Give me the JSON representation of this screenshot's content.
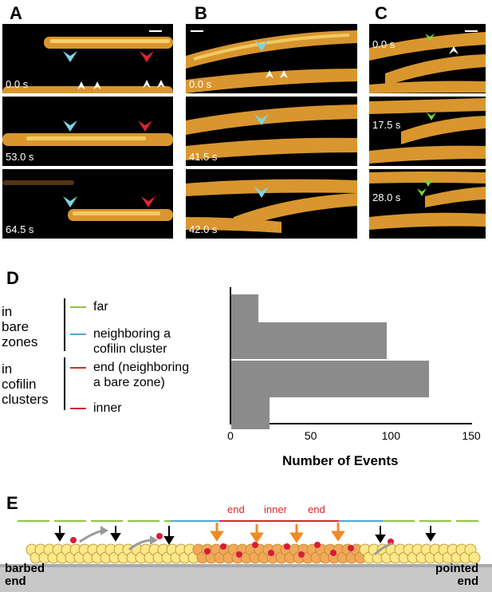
{
  "panels": {
    "A": {
      "label": "A",
      "timestamps": [
        "0.0 s",
        "53.0 s",
        "64.5 s"
      ]
    },
    "B": {
      "label": "B",
      "timestamps": [
        "0.0 s",
        "41.5 s",
        "42.0 s"
      ]
    },
    "C": {
      "label": "C",
      "timestamps": [
        "0.0 s",
        "17.5 s",
        "28.0 s"
      ]
    }
  },
  "colors": {
    "filament": "#e3a23a",
    "filament_bright": "#fbe07a",
    "cyan_arrow": "#7ad6e2",
    "red_arrow": "#d8262c",
    "green_arrow": "#7bd23c",
    "white_arrow": "#ffffff",
    "far": "#8cc63f",
    "neighboring": "#4fa8d6",
    "end": "#d7262c",
    "inner": "#d7262c",
    "bar": "#8c8b8b",
    "bead_yellow": "#fbe98a",
    "bead_orange": "#f2a85a",
    "cofilin_red": "#d81c3b",
    "arrow_orange": "#f08a24",
    "arrow_gray": "#9a9a9a"
  },
  "panel_D": {
    "label": "D",
    "groups": [
      {
        "name_lines": [
          "in",
          "bare",
          "zones"
        ]
      },
      {
        "name_lines": [
          "in",
          "cofilin",
          "clusters"
        ]
      }
    ],
    "legend": [
      {
        "lines": [
          "far"
        ],
        "color_key": "far"
      },
      {
        "lines": [
          "neighboring a",
          "cofilin cluster"
        ],
        "color_key": "neighboring"
      },
      {
        "lines": [
          "end (neighboring",
          "a bare zone)"
        ],
        "color_key": "end"
      },
      {
        "lines": [
          "inner"
        ],
        "color_key": "inner"
      }
    ]
  },
  "chart_data": {
    "type": "bar",
    "orientation": "horizontal",
    "categories": [
      "far",
      "neighboring a cofilin cluster",
      "end (neighboring a bare zone)",
      "inner"
    ],
    "values": [
      17,
      97,
      123,
      24
    ],
    "xlabel": "Number of Events",
    "xlim": [
      0,
      150
    ],
    "xticks": [
      "0",
      "50",
      "100",
      "150"
    ],
    "grid": false
  },
  "panel_E": {
    "label": "E",
    "segment_labels": [
      "end",
      "inner",
      "end"
    ],
    "left_end": [
      "barbed",
      "end"
    ],
    "right_end": [
      "pointed",
      "end"
    ]
  }
}
